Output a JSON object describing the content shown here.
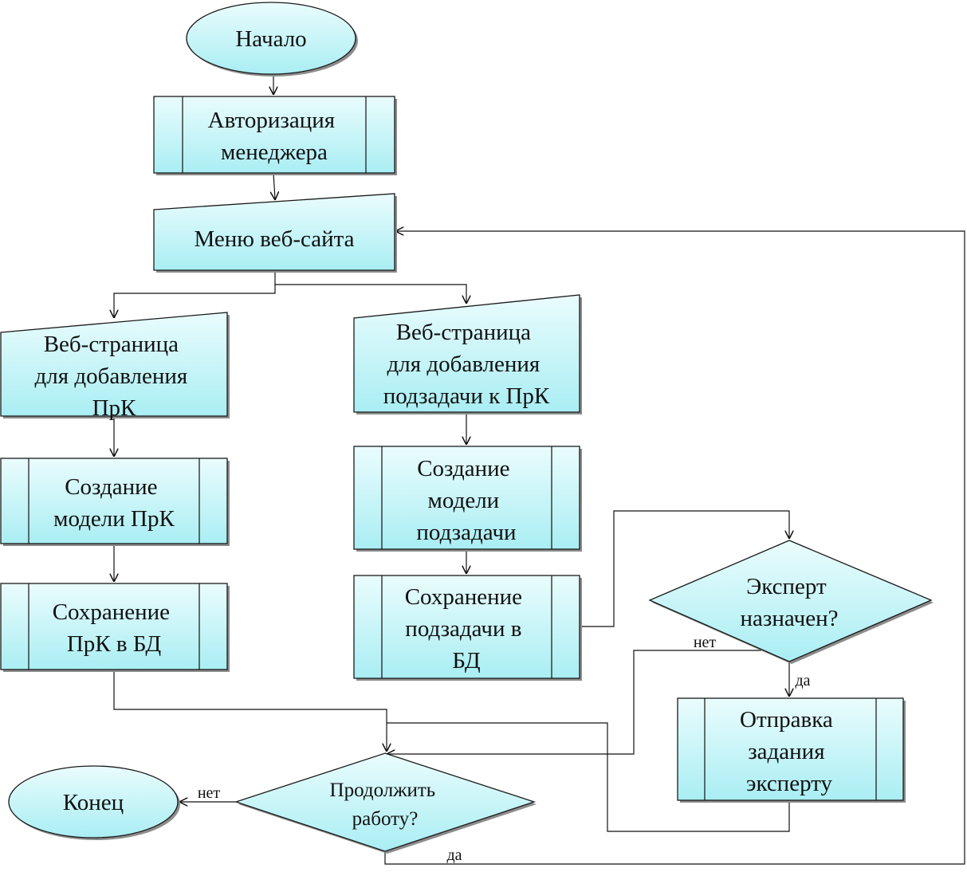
{
  "nodes": {
    "start": "Начало",
    "auth": [
      "Авторизация",
      "менеджера"
    ],
    "menu": "Меню веб-сайта",
    "page_prk": [
      "Веб-страница",
      "для добавления",
      "ПрК"
    ],
    "page_sub": [
      "Веб-страница",
      "для добавления",
      "подзадачи к ПрК"
    ],
    "model_prk": [
      "Создание",
      "модели ПрК"
    ],
    "model_sub": [
      "Создание",
      "модели",
      "подзадачи"
    ],
    "save_prk": [
      "Сохранение",
      "ПрК в БД"
    ],
    "save_sub": [
      "Сохранение",
      "подзадачи в",
      "БД"
    ],
    "expert_q": [
      "Эксперт",
      "назначен?"
    ],
    "send": [
      "Отправка",
      "задания",
      "эксперту"
    ],
    "continue_q": [
      "Продолжить",
      "работу?"
    ],
    "end": "Конец"
  },
  "edges": {
    "expert_no": "нет",
    "expert_yes": "да",
    "continue_no": "нет",
    "continue_yes": "да"
  },
  "colors": {
    "fill_light": "#eafcfd",
    "fill_dark": "#a9eef3",
    "stroke": "#1a1a1a"
  }
}
